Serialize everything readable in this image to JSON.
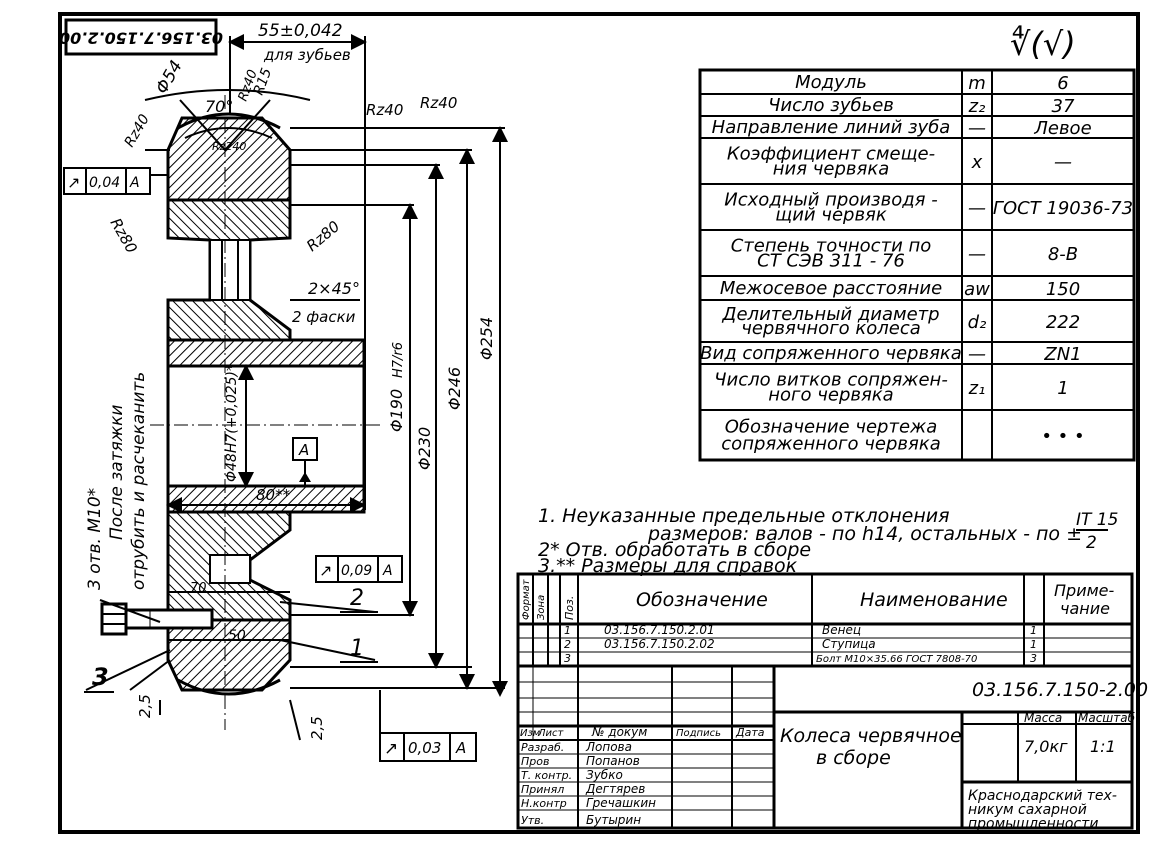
{
  "stamp_code_rotated": "03.156.7.150.2.00",
  "surface_roughness_symbol": "∜(√)",
  "dimensions": {
    "width_teeth": "55±0,042",
    "width_teeth_note": "для зубьев",
    "d54": "Φ54",
    "angle70": "70°",
    "r15": "R15",
    "rz240_a": "Rz40",
    "rz240_b": "Rz40",
    "rz240_c": "Rz240",
    "rz40_d": "Rz40",
    "rz40_e": "Rz40",
    "rz80_a": "Rz80",
    "rz80_b": "Rz80",
    "chamfer": "2×45°",
    "chamfer_note": "2 фаски",
    "d254": "Φ254",
    "d246": "Φ246",
    "d230": "Φ230",
    "d190": "Φ190",
    "fit190": "H7/r6",
    "d48": "Φ48H7(+0,025)*",
    "w80": "80**",
    "w70": "70",
    "w50": "50",
    "s25a": "2,5",
    "s25b": "2,5",
    "datum_a": "A"
  },
  "tolerance_frames": [
    {
      "symbol": "↗",
      "value": "0,04",
      "datum": "A"
    },
    {
      "symbol": "↗",
      "value": "0,09",
      "datum": "A"
    },
    {
      "symbol": "↗",
      "value": "0,03",
      "datum": "A"
    }
  ],
  "side_notes": {
    "holes": "3 отв. М10*",
    "after_tightening": "После затяжки",
    "cut_and_peen": "отрубить и расчеканить"
  },
  "callouts": {
    "c1": "1",
    "c2": "2",
    "c3": "3"
  },
  "params_table": [
    {
      "name": "Модуль",
      "sym": "m",
      "val": "6"
    },
    {
      "name": "Число зубьев",
      "sym": "z₂",
      "val": "37"
    },
    {
      "name": "Направление линий зуба",
      "sym": "—",
      "val": "Левое"
    },
    {
      "name": "Коэффициент смеще-|ния червяка",
      "sym": "x",
      "val": "—"
    },
    {
      "name": "Исходный производя -|щий червяк",
      "sym": "—",
      "val": "ГОСТ 19036-73"
    },
    {
      "name": "Степень точности по|СТ СЭВ 311 - 76",
      "sym": "—",
      "val": "8-В"
    },
    {
      "name": "Межосевое расстояние",
      "sym": "aw",
      "val": "150"
    },
    {
      "name": "Делительный диаметр|червячного колеса",
      "sym": "d₂",
      "val": "222"
    },
    {
      "name": "Вид сопряженного червяка",
      "sym": "—",
      "val": "ZN1"
    },
    {
      "name": "Число витков сопряжен-|ного червяка",
      "sym": "z₁",
      "val": "1"
    },
    {
      "name": "Обозначение чертежа|сопряженного червяка",
      "sym": "",
      "val": "• • •"
    }
  ],
  "notes": {
    "n1a": "1. Неуказанные предельные отклонения",
    "n1b": "размеров: валов - по h14, остальных - по ±",
    "n1_frac_top": "IT 15",
    "n1_frac_bottom": "2",
    "n2": "2* Отв. обработать в сборе",
    "n3": "3.** Размеры для справок"
  },
  "spec": {
    "h_format": "Формат",
    "h_zone": "Зона",
    "h_pos": "Поз.",
    "h_designation": "Обозначение",
    "h_name": "Наименование",
    "h_note_1": "Приме-",
    "h_note_2": "чание",
    "rows": [
      {
        "pos": "1",
        "code": "03.156.7.150.2.01",
        "name": "Венец",
        "qty": "1"
      },
      {
        "pos": "2",
        "code": "03.156.7.150.2.02",
        "name": "Ступица",
        "qty": "1"
      },
      {
        "pos": "3",
        "code": "",
        "name": "Болт М10×35.66 ГОСТ 7808-70",
        "qty": "3"
      }
    ]
  },
  "title_block": {
    "doc_code": "03.156.7.150-2.00",
    "col_izm": "Изм",
    "col_list": "Лист",
    "col_ndoc": "№ докум",
    "col_sign": "Подпись",
    "col_date": "Дата",
    "roles": [
      "Разраб.",
      "Пров",
      "Т. контр.",
      "Принял",
      "Н.контр",
      "Утв."
    ],
    "names": [
      "Лопова",
      "Попанов",
      "Зубко",
      "Дегтярев",
      "Гречашкин",
      "Бутырин"
    ],
    "title_line1": "Колеса червячное",
    "title_line2": "в сборе",
    "mass_label": "Масса",
    "scale_label": "Масштаб",
    "mass": "7,0кг",
    "scale": "1:1",
    "org_1": "Краснодарский тех-",
    "org_2": "никум сахарной",
    "org_3": "промышленности"
  }
}
